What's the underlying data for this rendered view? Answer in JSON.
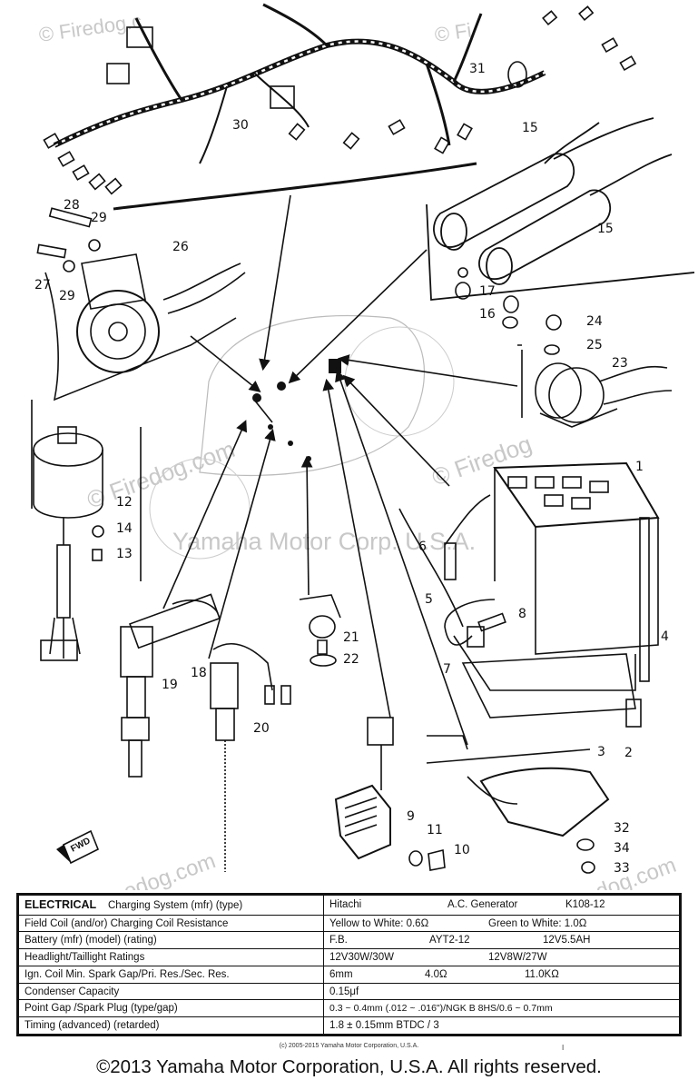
{
  "watermarks": {
    "corner": "© Firedog.c",
    "mid_left": "© Firedog.com",
    "top_right": "© Fi",
    "right": "© Firedog",
    "bottom_left": "edog.com",
    "bottom_right": "dog.com",
    "center": "Yamaha Motor Corp. U.S.A."
  },
  "callouts": [
    "1",
    "2",
    "3",
    "4",
    "5",
    "6",
    "7",
    "8",
    "9",
    "10",
    "11",
    "12",
    "13",
    "14",
    "15",
    "15",
    "16",
    "17",
    "19",
    "18",
    "20",
    "21",
    "22",
    "23",
    "24",
    "25",
    "26",
    "27",
    "28",
    "29",
    "29",
    "30",
    "31",
    "32",
    "33",
    "34"
  ],
  "fwd_label": "FWD",
  "spec_table": {
    "rows": [
      {
        "label": "ELECTRICAL",
        "sub": "Charging System (mfr) (type)",
        "values": [
          "Hitachi",
          "A.C. Generator",
          "K108-12"
        ]
      },
      {
        "label": "Field Coil (and/or) Charging Coil Resistance",
        "values": [
          "Yellow to White: 0.6Ω",
          "Green to White: 1.0Ω"
        ]
      },
      {
        "label": "Battery (mfr) (model) (rating)",
        "values": [
          "F.B.",
          "AYT2-12",
          "12V5.5AH"
        ]
      },
      {
        "label": "Headlight/Taillight Ratings",
        "values": [
          "12V30W/30W",
          "12V8W/27W"
        ]
      },
      {
        "label": "Ign. Coil Min. Spark Gap/Pri. Res./Sec. Res.",
        "values": [
          "6mm",
          "4.0Ω",
          "11.0KΩ"
        ]
      },
      {
        "label": "Condenser Capacity",
        "values": [
          "0.15μf"
        ]
      },
      {
        "label": "Point Gap /Spark Plug (type/gap)",
        "values": [
          "0.3 ~ 0.4mm (.012 ~ .016\")/NGK B 8HS/0.6 ~ 0.7mm"
        ]
      },
      {
        "label": "Timing (advanced) (retarded)",
        "values": [
          "1.8 ± 0.15mm BTDC / 3"
        ]
      }
    ]
  },
  "small_copyright": "(c) 2005-2015 Yamaha Motor Corporation, U.S.A.",
  "tick_mark": "I",
  "copyright": "©2013 Yamaha Motor Corporation, U.S.A. All rights reserved."
}
